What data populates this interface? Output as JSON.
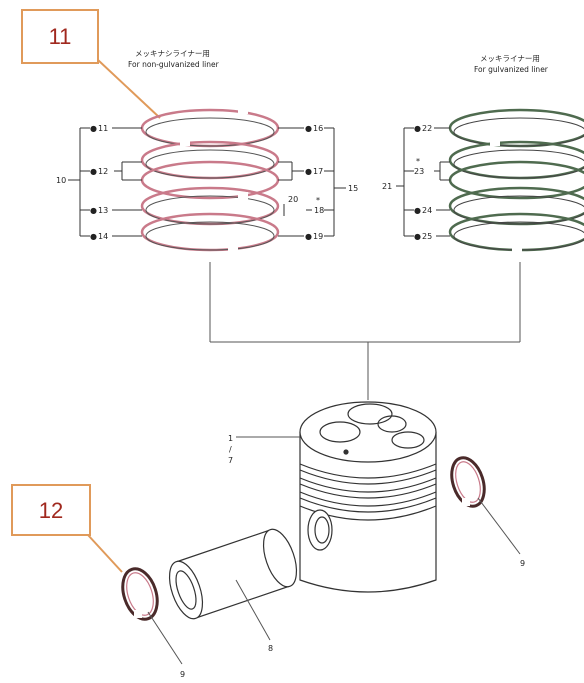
{
  "headers": {
    "left_jp": "メッキナシライナー用",
    "left_en": "For non-gulvanized liner",
    "right_jp": "メッキライナー用",
    "right_en": "For gulvanized liner"
  },
  "callouts": {
    "upper": "11",
    "lower": "12",
    "border_color": "#e09a5a",
    "text_color": "#a0281e"
  },
  "left_set": {
    "group_label": "10",
    "part_11": "11",
    "part_12": "12",
    "part_13": "13",
    "part_14": "14",
    "part_15": "15",
    "part_16": "16",
    "part_17": "17",
    "part_18": "18",
    "part_19": "19",
    "part_20": "20",
    "ring_color": "#c97a8a"
  },
  "right_set": {
    "group_label": "21",
    "part_22": "22",
    "part_23": "23",
    "part_24": "24",
    "part_25": "25",
    "ring_color": "#4f6b4f"
  },
  "piston": {
    "label_1": "1",
    "label_slash": "/",
    "label_7": "7"
  },
  "pin": {
    "label_8": "8"
  },
  "clips": {
    "right_label": "9",
    "left_label": "9"
  },
  "marks": {
    "star": "*",
    "dot": "●"
  }
}
